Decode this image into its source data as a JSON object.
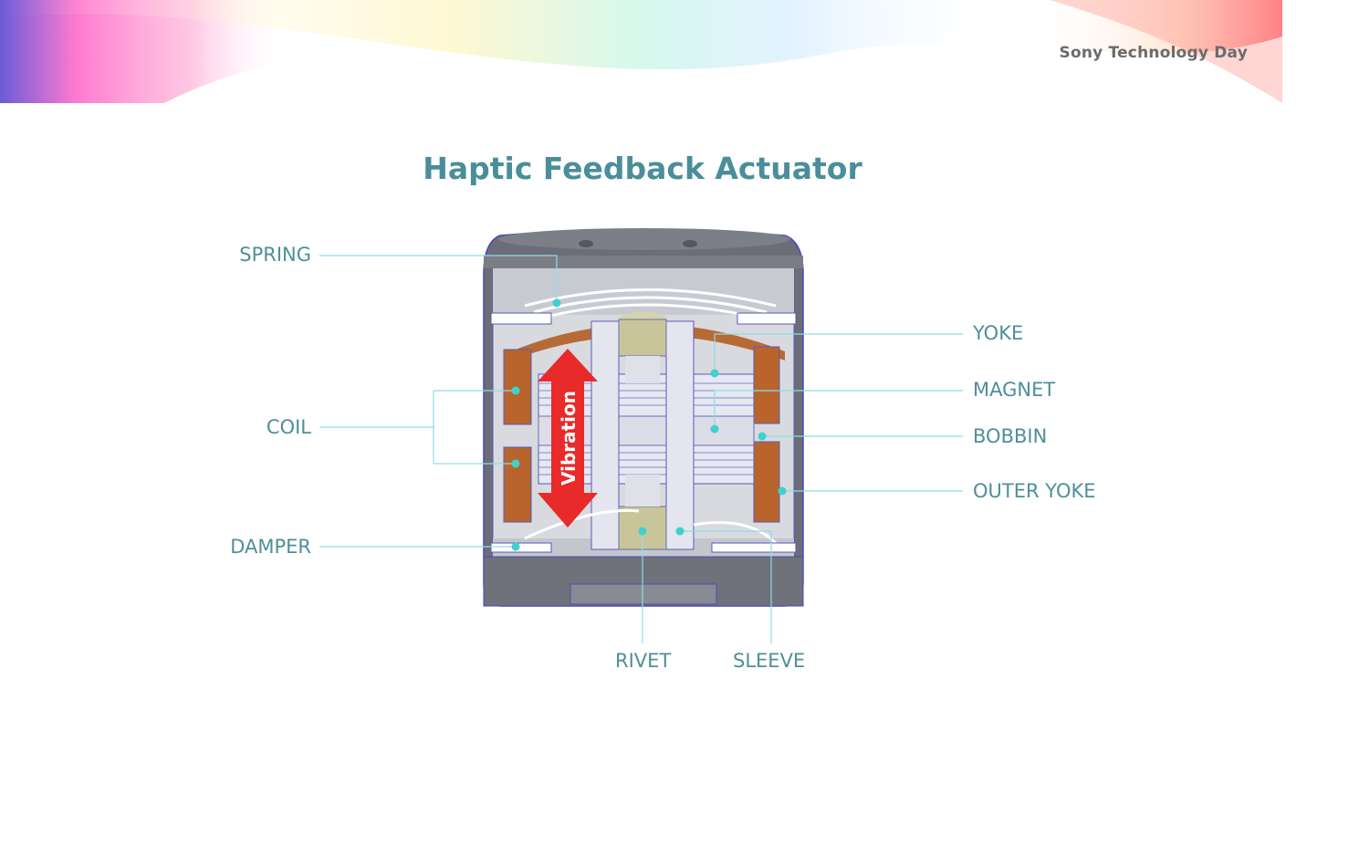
{
  "header": {
    "brand": "Sony Technology Day"
  },
  "title": "Haptic Feedback Actuator",
  "arrow_label": "Vibration",
  "labels": {
    "spring": "SPRING",
    "coil": "COIL",
    "damper": "DAMPER",
    "yoke": "YOKE",
    "magnet": "MAGNET",
    "bobbin": "BOBBIN",
    "outer_yoke": "OUTER YOKE",
    "rivet": "RIVET",
    "sleeve": "SLEEVE"
  },
  "colors": {
    "label": "#4e8f9a",
    "title": "#4a8e9a",
    "leader": "#8fdde3",
    "dot": "#3fd1cf",
    "housing": "#676a74",
    "coil": "#b8642c",
    "arrow": "#e82a2a",
    "rivet": "#c8c59a"
  }
}
